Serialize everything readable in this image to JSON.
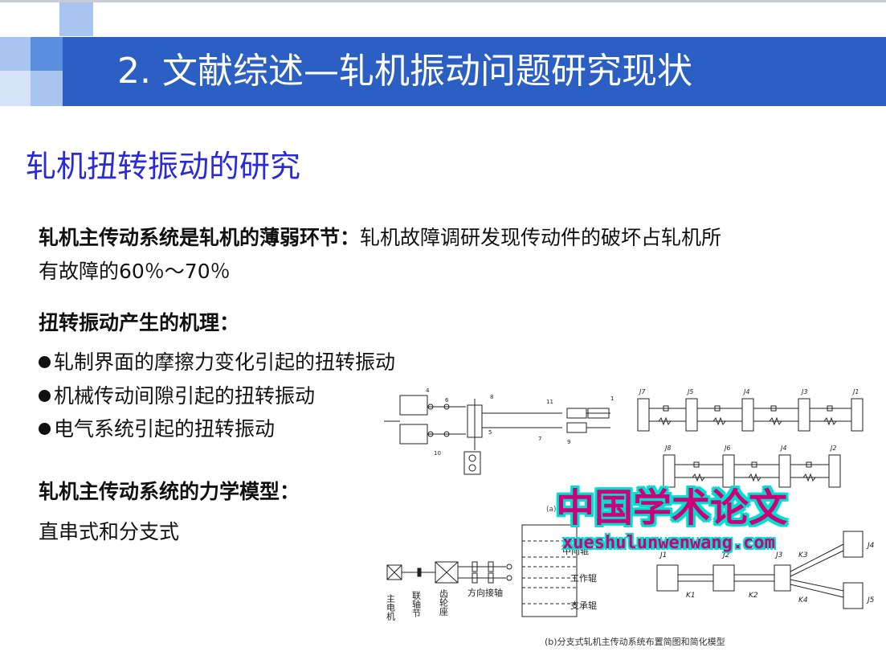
{
  "header": {
    "title": "2. 文献综述—轧机振动问题研究现状",
    "accent": "#2b5fc4"
  },
  "section": {
    "subtitle": "轧机扭转振动的研究"
  },
  "body": {
    "p1_bold": "轧机主传动系统是轧机的薄弱环节：",
    "p1_line1": "轧机故障调研发现传动件的破坏占轧机所",
    "p1_line2": "有故障的60％～70％",
    "mech_heading": "扭转振动产生的机理：",
    "bullets": [
      "轧制界面的摩擦力变化引起的扭转振动",
      "机械传动间隙引起的扭转振动",
      "电气系统引起的扭转振动"
    ],
    "model_heading": "轧机主传动系统的力学模型：",
    "model_text": "直串式和分支式"
  },
  "figure_top": {
    "callouts": [
      "4",
      "6",
      "8",
      "11",
      "10",
      "7",
      "5",
      "1",
      "9"
    ],
    "j_row1": [
      "J7",
      "J5",
      "J4",
      "J3",
      "J1"
    ],
    "j_row2": [
      "J8",
      "J6",
      "J4",
      "J2"
    ],
    "caption_partial": "(a)"
  },
  "figure_bottom": {
    "labels": {
      "motor": "主电机",
      "coupling": "联轴节",
      "gearbox": "齿轮座",
      "spindle": "方向接轴",
      "roll_top": "中间辊",
      "roll_work": "工作辊",
      "roll_back": "支承辊"
    },
    "model_labels": [
      "J1",
      "J2",
      "J3",
      "J4",
      "J5",
      "K1",
      "K2",
      "K3",
      "K4"
    ],
    "caption": "(b)分支式轧机主传动系统布置简图和简化模型"
  },
  "watermark": {
    "cn": "中国学术论文",
    "en": "xueshulunwenwang.com"
  }
}
